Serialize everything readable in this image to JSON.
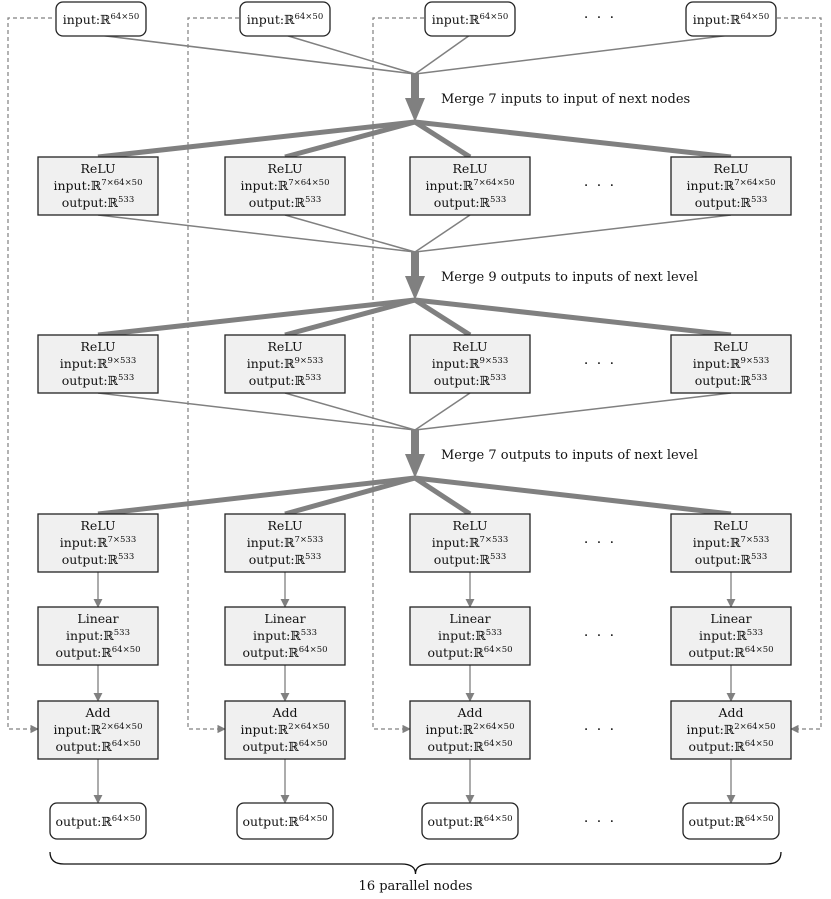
{
  "colors": {
    "edge": "#808080",
    "box_fill": "#f0f0f0",
    "box_stroke": "#222222",
    "io_fill": "#ffffff"
  },
  "inputs": {
    "text": "input:",
    "sup": "64×50"
  },
  "outputs": {
    "text": "output:",
    "sup": "64×50"
  },
  "blackboard_R": "ℝ",
  "ellipsis": "· · ·",
  "merge_labels": [
    "Merge 7 inputs to input of next nodes",
    "Merge 9 outputs to inputs of next level",
    "Merge 7 outputs to inputs of next level"
  ],
  "levels": [
    {
      "title": "ReLU",
      "input_sup": "7×64×50",
      "output_sup": "533"
    },
    {
      "title": "ReLU",
      "input_sup": "9×533",
      "output_sup": "533"
    },
    {
      "title": "ReLU",
      "input_sup": "7×533",
      "output_sup": "533"
    },
    {
      "title": "Linear",
      "input_sup": "533",
      "output_sup": "64×50"
    },
    {
      "title": "Add",
      "input_sup": "2×64×50",
      "output_sup": "64×50"
    }
  ],
  "footer": "16 parallel nodes"
}
